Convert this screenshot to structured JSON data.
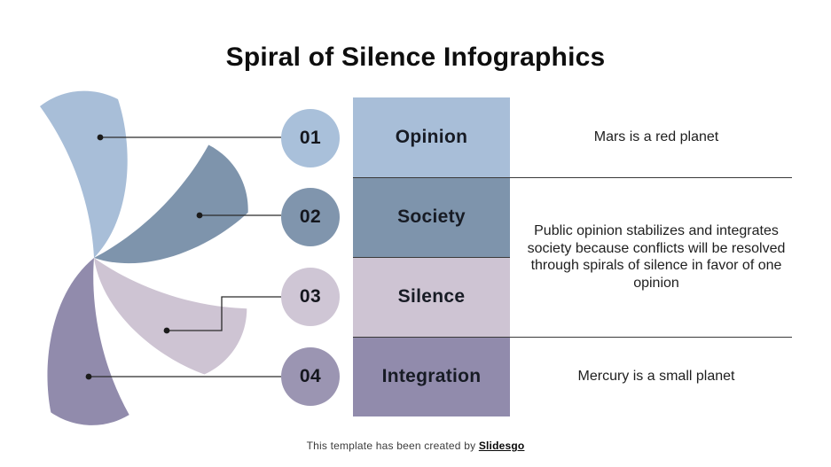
{
  "slide": {
    "title": "Spiral of Silence Infographics",
    "footer_prefix": "This template has been created by ",
    "footer_brand": "Slidesgo",
    "line_color": "#2b2b2b"
  },
  "items": [
    {
      "number": "01",
      "label": "Opinion",
      "color": "#a8bed8",
      "circle_color": "#a9c0da",
      "description": "Mars is a red planet"
    },
    {
      "number": "02",
      "label": "Society",
      "color": "#7e94ac",
      "circle_color": "#8095ad",
      "description": "Public opinion stabilizes and integrates society because conflicts will be resolved through spirals of silence in favor of one opinion"
    },
    {
      "number": "03",
      "label": "Silence",
      "color": "#cec4d3",
      "circle_color": "#cfc6d5",
      "description": ""
    },
    {
      "number": "04",
      "label": "Integration",
      "color": "#918bac",
      "circle_color": "#9b95b2",
      "description": "Mercury is a small planet"
    }
  ]
}
